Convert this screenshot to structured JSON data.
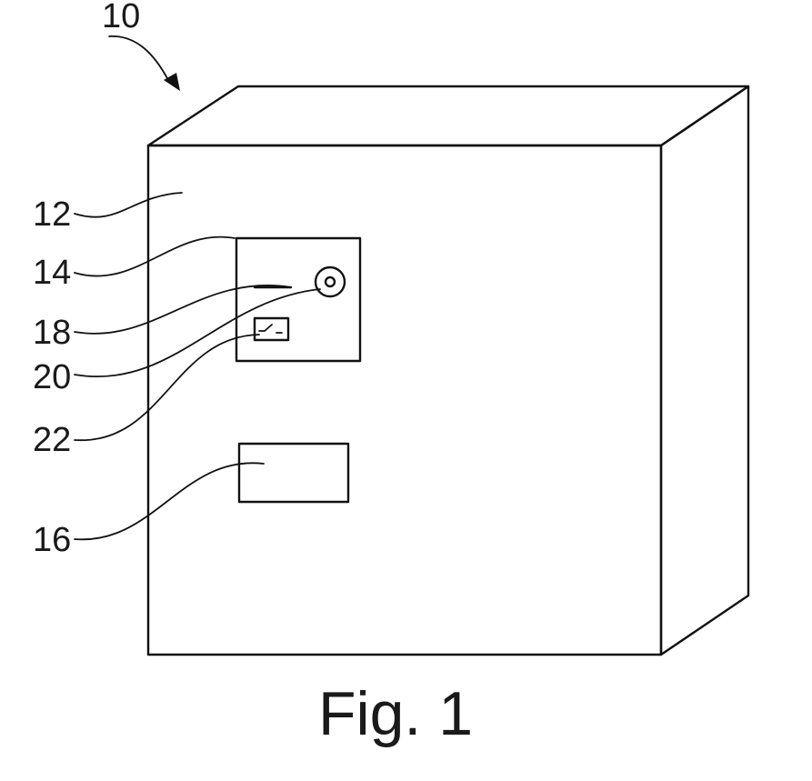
{
  "figure": {
    "caption": "Fig. 1",
    "labels": {
      "device": "10",
      "front_panel": "12",
      "control_panel": "14",
      "display": "16",
      "indicator": "18",
      "knob": "20",
      "switch": "22"
    }
  }
}
